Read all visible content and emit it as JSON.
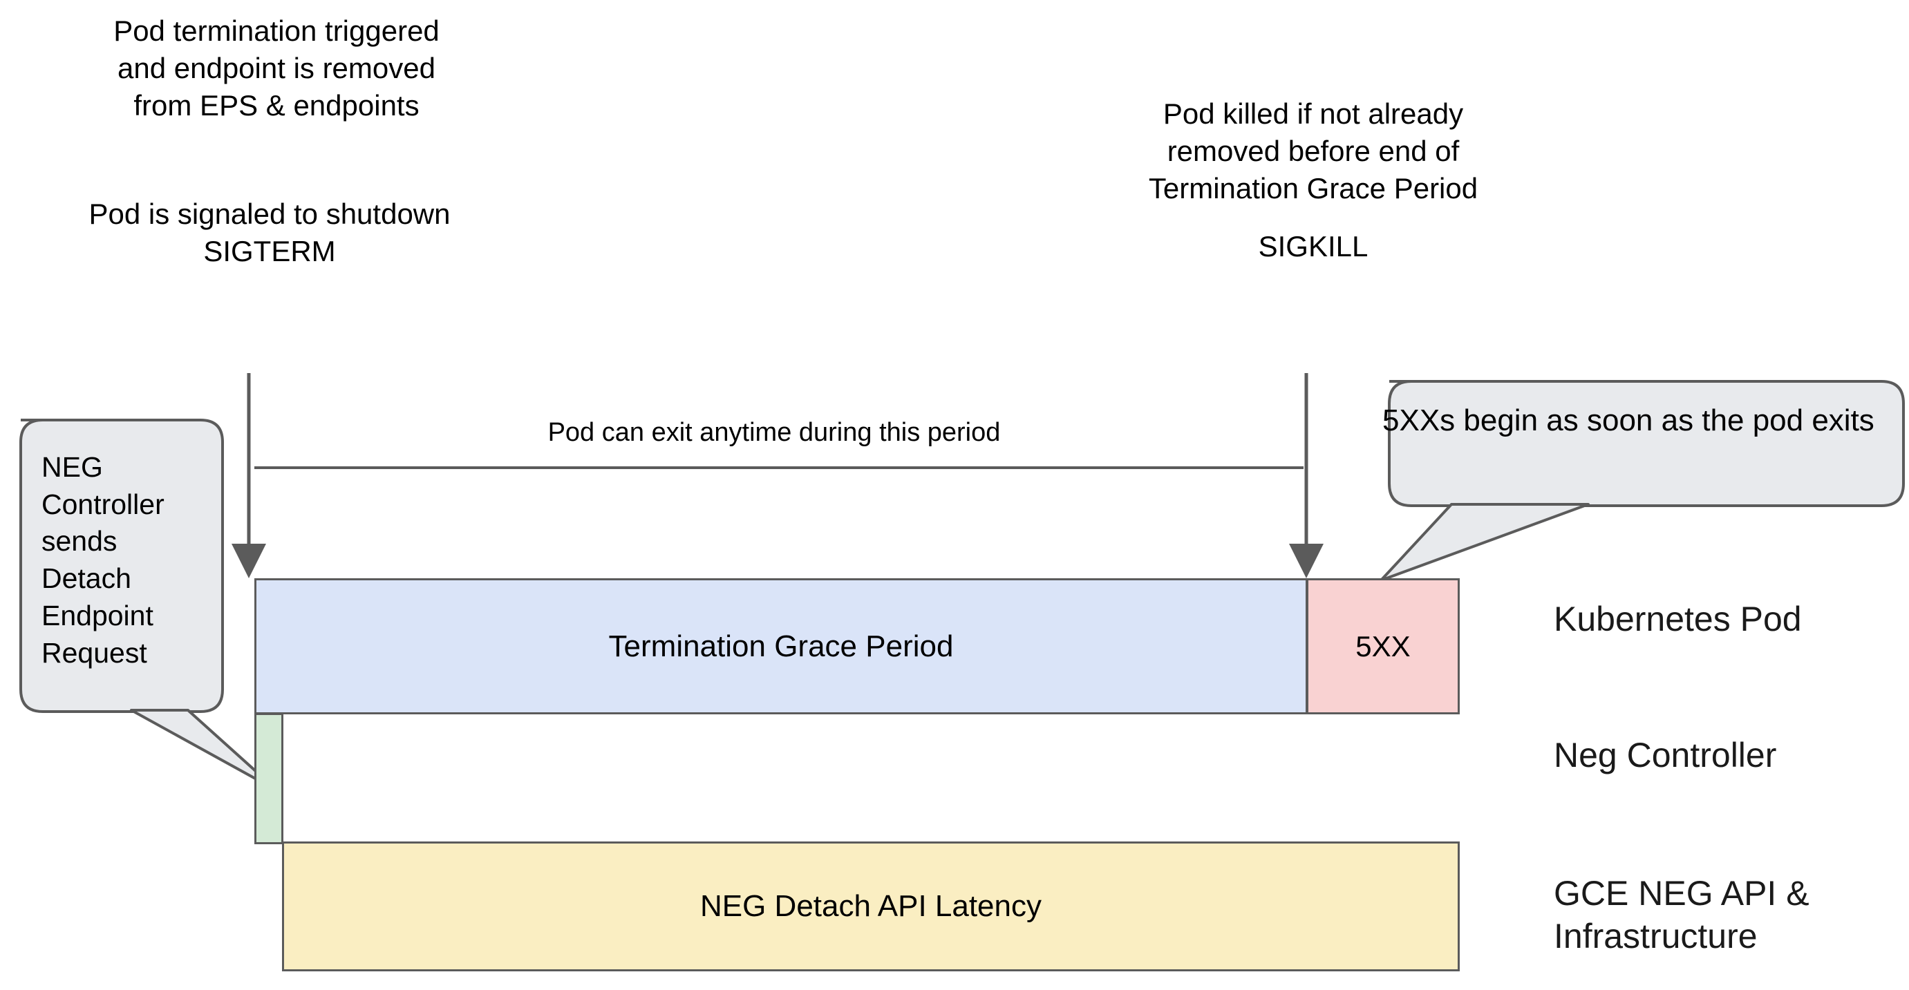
{
  "diagram": {
    "title": "Kubernetes Pod termination and NEG detach timeline",
    "background": "#ffffff"
  },
  "annotations": {
    "left_top": "Pod termination triggered\nand endpoint is removed\nfrom EPS & endpoints",
    "left_bottom": "Pod is signaled to shutdown\nSIGTERM",
    "right_top": "Pod killed if not already\nremoved before end of\nTermination Grace Period",
    "right_bottom": "SIGKILL",
    "period_caption": "Pod can exit anytime during this period"
  },
  "callouts": {
    "left": {
      "text": "NEG\nController\nsends\nDetach\nEndpoint\nRequest",
      "fill": "#e8eaed",
      "stroke": "#5b5b5b"
    },
    "right": {
      "text": "5XXs begin as soon as the pod exits",
      "fill": "#e8eaed",
      "stroke": "#5b5b5b"
    }
  },
  "bars": [
    {
      "id": "grace",
      "label": "Termination Grace Period",
      "fill": "#dae4f8",
      "stroke": "#5b5b5b",
      "lane": "Kubernetes Pod"
    },
    {
      "id": "5xx",
      "label": "5XX",
      "fill": "#f9d2d2",
      "stroke": "#5b5b5b",
      "lane": "Kubernetes Pod"
    },
    {
      "id": "neg",
      "label": "",
      "fill": "#d4ead6",
      "stroke": "#5b5b5b",
      "lane": "Neg Controller"
    },
    {
      "id": "latency",
      "label": "NEG Detach API Latency",
      "fill": "#faeec2",
      "stroke": "#5b5b5b",
      "lane": "GCE NEG API & Infrastructure"
    }
  ],
  "lanes": {
    "pod": "Kubernetes Pod",
    "controller": "Neg Controller",
    "gce": "GCE NEG API &\nInfrastructure"
  },
  "colors": {
    "line": "#5b5b5b",
    "blue": "#dae4f8",
    "pink": "#f9d2d2",
    "green": "#d4ead6",
    "yellow": "#faeec2",
    "bubble": "#e8eaed",
    "text": "#000000"
  }
}
